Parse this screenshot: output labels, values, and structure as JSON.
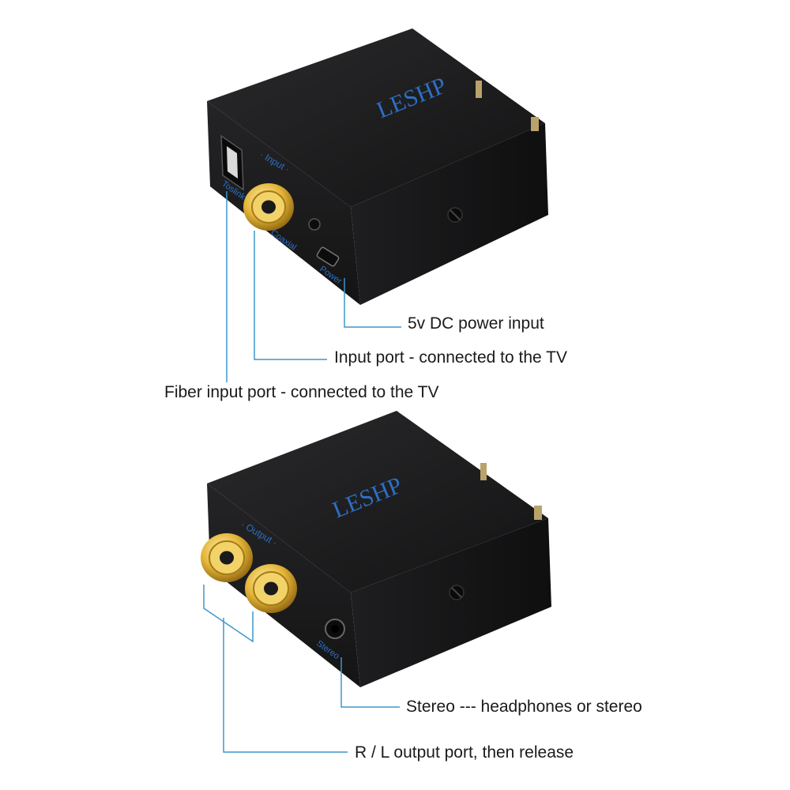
{
  "top_device": {
    "brand": "LESHP",
    "port_labels": {
      "input": "· Input ·",
      "toslink": "Toslink",
      "coaxial": "Coaxial",
      "power": "Power"
    }
  },
  "bottom_device": {
    "brand": "LESHP",
    "port_labels": {
      "output": "· Output ·",
      "stereo": "Stereo"
    }
  },
  "callouts": {
    "power_input": "5v DC power input",
    "input_port": "Input port - connected to the TV",
    "fiber_input": "Fiber input port - connected to the TV",
    "stereo": "Stereo --- headphones or stereo",
    "rl_output": "R / L output port, then release"
  },
  "colors": {
    "leader_line": "#3f95cc",
    "body_dark": "#1c1c1e",
    "label_blue": "#2d6fc4",
    "gold": "#e3b437"
  }
}
